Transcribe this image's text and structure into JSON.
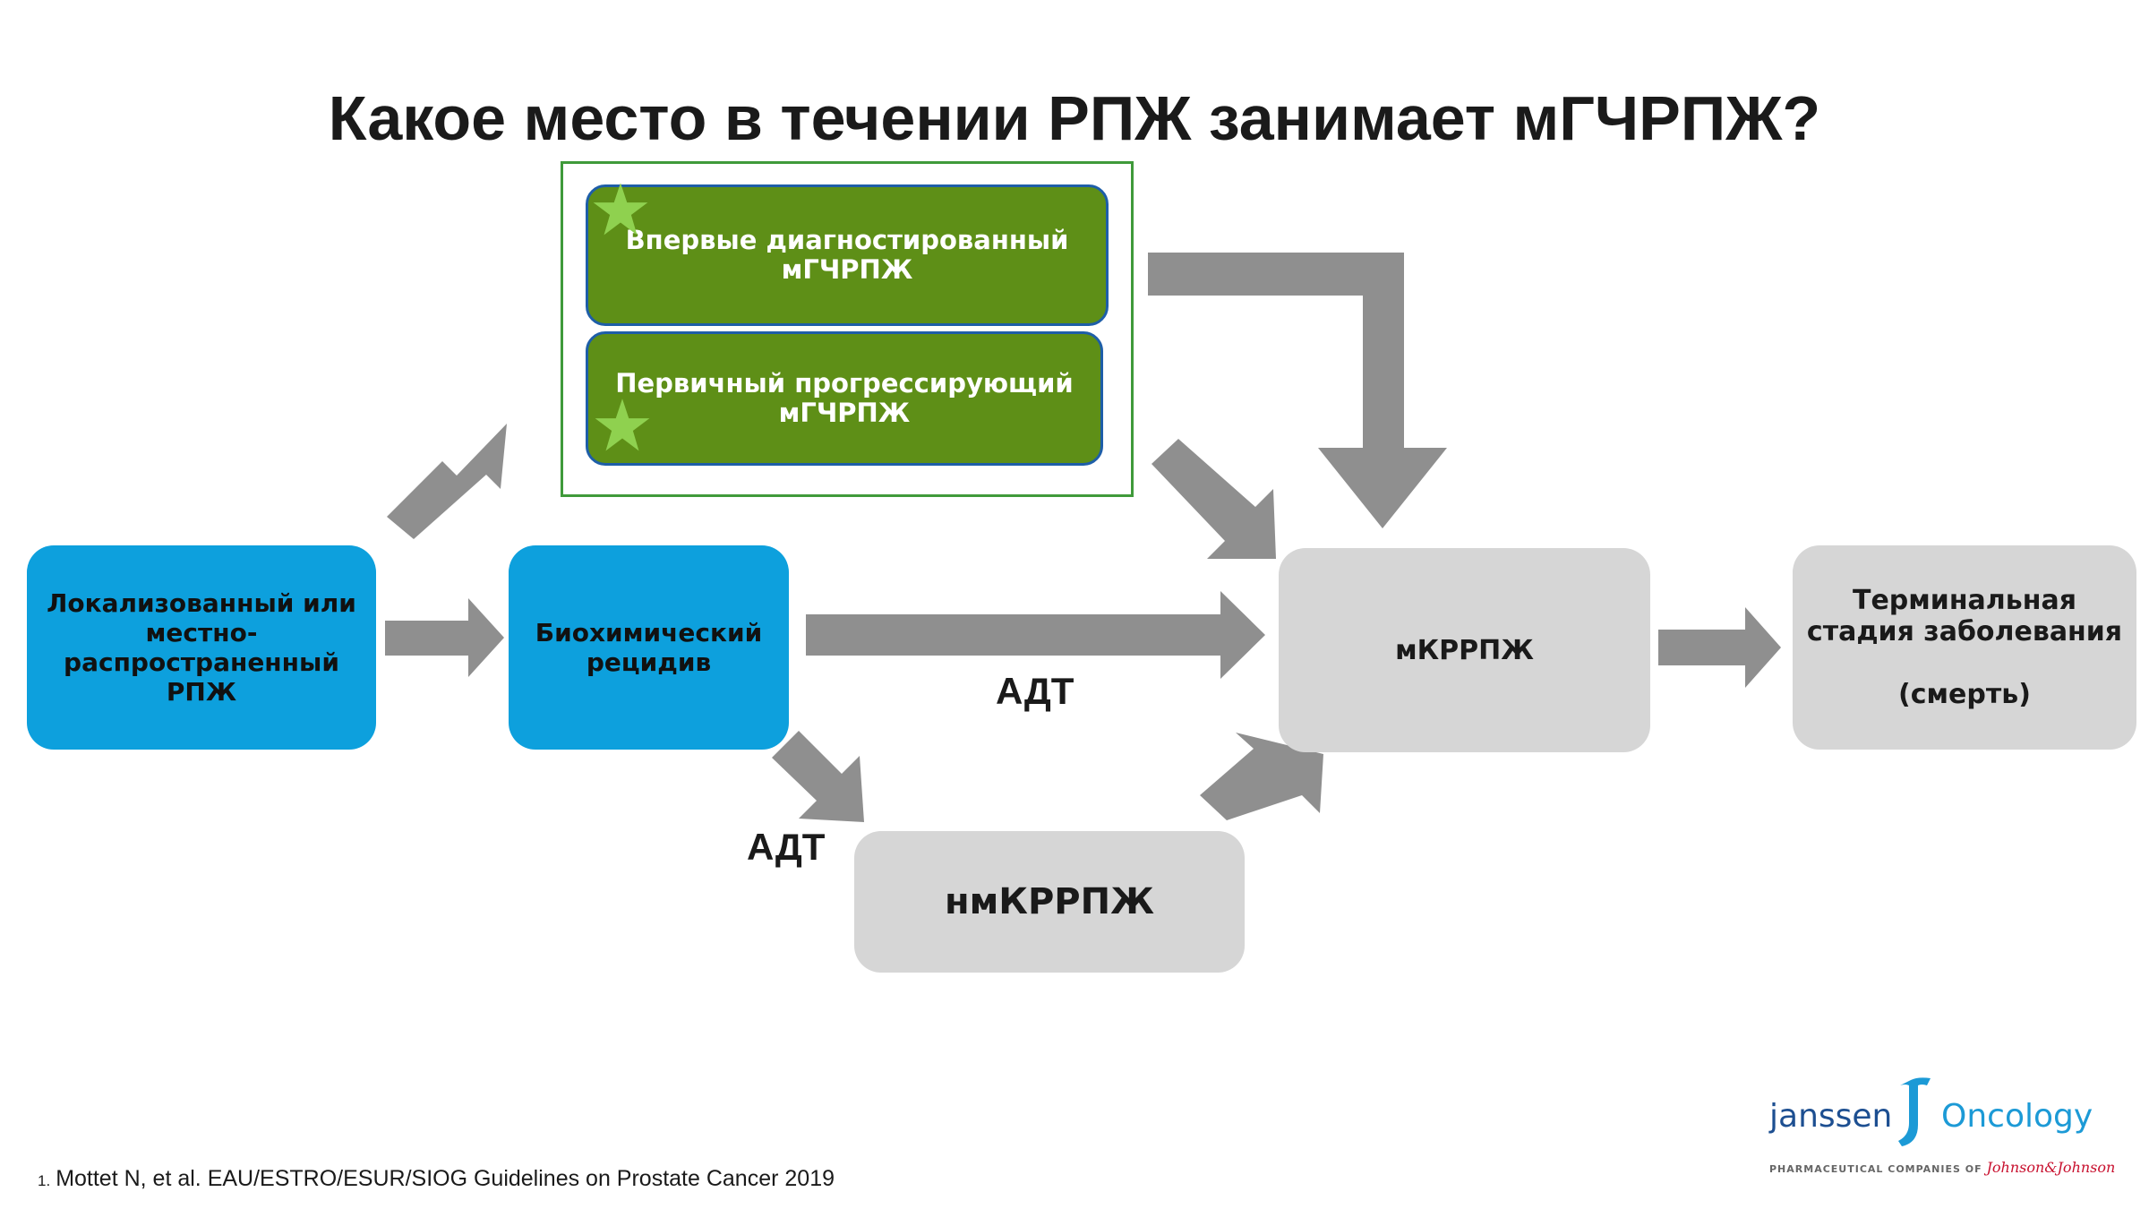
{
  "title": "Какое место в течении РПЖ занимает мГЧРПЖ?",
  "nodes": {
    "localized": "Локализованный или\nместно-\nраспространенный\nРПЖ",
    "biochemical": "Биохимический\nрецидив",
    "newly_diagnosed": "Впервые диагностированный\nмГЧРПЖ",
    "primary_progressive": "Первичный прогрессирующий\nмГЧРПЖ",
    "mcrpc": "мКРРПЖ",
    "nmcrpc": "нмКРРПЖ",
    "terminal": "Терминальная\nстадия заболевания\n\n(смерть)"
  },
  "labels": {
    "adt_main": "АДТ",
    "adt_lower": "АДТ"
  },
  "footnote": {
    "number": "1.",
    "text": "Mottet N, et al. EAU/ESTRO/ESUR/SIOG Guidelines on Prostate Cancer 2019"
  },
  "logo": {
    "brand": "janssen",
    "division": "Oncology",
    "subtitle": "PHARMACEUTICAL COMPANIES OF",
    "parent": "Johnson&Johnson"
  },
  "colors": {
    "blue": "#0da0dd",
    "green": "#5e8f17",
    "grey_box": "#d6d6d6",
    "arrow": "#8f8f8f",
    "star": "#8fd14f"
  },
  "icons": [
    "star-icon",
    "arrow-icon",
    "janssen-logo-icon"
  ]
}
